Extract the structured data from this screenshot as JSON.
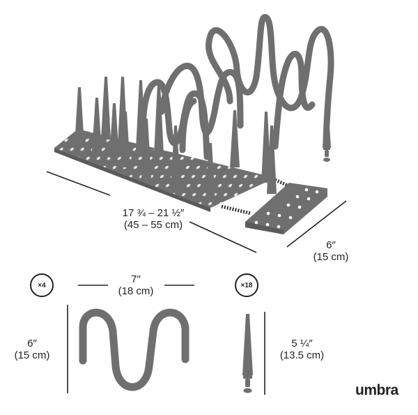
{
  "product": {
    "brand": "umbra",
    "colors": {
      "product": "#6f6f6f",
      "product_dark": "#5a5a5a",
      "line": "#222222"
    }
  },
  "rack": {
    "length_label": "17 ¾ – 21 ½″",
    "length_metric": "(45 – 55 cm)",
    "depth_label": "6″",
    "depth_metric": "(15 cm)"
  },
  "divider": {
    "count": "×4",
    "width_label": "7″",
    "width_metric": "(18 cm)",
    "height_label": "6″",
    "height_metric": "(15 cm)"
  },
  "peg": {
    "count": "×18",
    "height_label": "5 ¼″",
    "height_metric": "(13.5 cm)"
  }
}
